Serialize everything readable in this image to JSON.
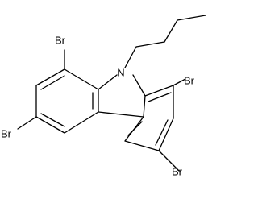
{
  "molecule": {
    "atoms": {
      "br_top_left": "Br",
      "nitrogen": "N",
      "br_top_right": "Br",
      "br_left": "Br",
      "br_bottom_right": "Br"
    }
  },
  "colors": {
    "bond": "#000000",
    "label": "#000000",
    "background": "#ffffff"
  }
}
